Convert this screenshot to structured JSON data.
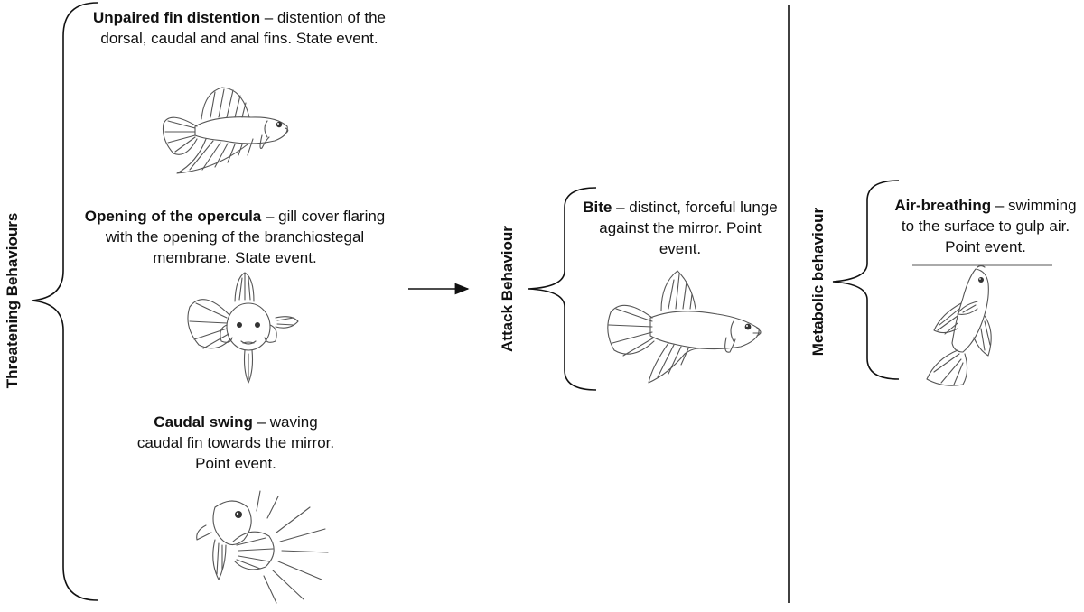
{
  "threatening": {
    "group_label": "Threatening Behaviours",
    "items": [
      {
        "title": "Unpaired fin distention",
        "description": " – distention of the dorsal, caudal and anal fins. State event.",
        "illustration": "fish-side-fins-spread"
      },
      {
        "title": "Opening of the opercula",
        "description": " – gill cover flaring with the opening of the branchiostegal membrane. State event.",
        "illustration": "fish-front-gills-flared"
      },
      {
        "title": "Caudal swing",
        "description": " – waving caudal fin towards the mirror. Point event.",
        "illustration": "fish-tail-swing-motion-lines"
      }
    ]
  },
  "attack": {
    "group_label": "Attack Behaviour",
    "items": [
      {
        "title": "Bite",
        "description": " – distinct, forceful lunge against the mirror. Point event.",
        "illustration": "fish-lunge"
      }
    ]
  },
  "metabolic": {
    "group_label": "Metabolic behaviour",
    "items": [
      {
        "title": "Air-breathing",
        "description": "  – swimming to the surface to gulp air. Point event.",
        "illustration": "fish-vertical-at-surface"
      }
    ]
  },
  "colors": {
    "line": "#111111",
    "fish_stroke": "#555555",
    "background": "#ffffff"
  }
}
